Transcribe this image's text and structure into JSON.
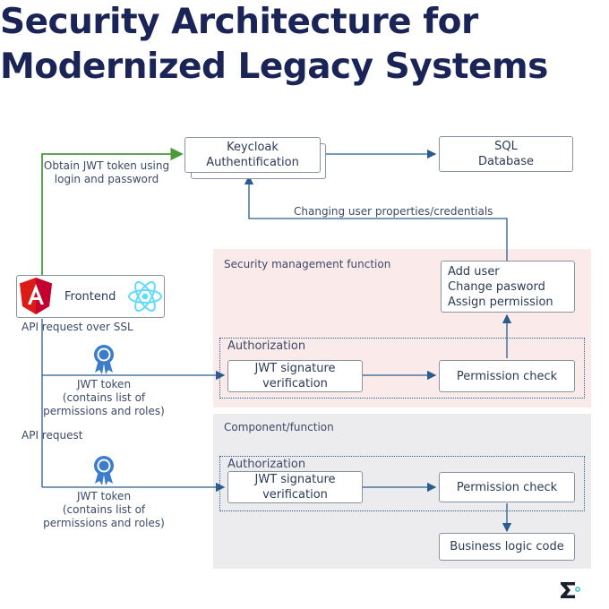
{
  "title": {
    "line1": "Security Architecture for",
    "line2": "Modernized Legacy Systems"
  },
  "keycloak": {
    "line1": "Keycloak",
    "line2": "Authentification"
  },
  "sql": {
    "line1": "SQL",
    "line2": "Database"
  },
  "obtain_label": {
    "line1": "Obtain JWT token using",
    "line2": "login and password"
  },
  "changing_label": "Changing user properties/credentials",
  "frontend": {
    "label": "Frontend",
    "icons": [
      "angular-icon",
      "react-icon"
    ]
  },
  "security_section": {
    "title": "Security management function",
    "actions": [
      "Add user",
      "Change pasword",
      "Assign permission"
    ],
    "authorization_label": "Authorization",
    "jwt_box": {
      "line1": "JWT signature",
      "line2": "verification"
    },
    "permission_check": "Permission check"
  },
  "component_section": {
    "title": "Component/function",
    "authorization_label": "Authorization",
    "jwt_box": {
      "line1": "JWT signature",
      "line2": "verification"
    },
    "permission_check": "Permission check",
    "business_logic": "Business logic code"
  },
  "api_request_ssl": "API request over SSL",
  "api_request": "API request",
  "token_label_1": {
    "line1": "JWT token",
    "line2": "(contains list of",
    "line3": "permissions and roles)"
  },
  "token_label_2": {
    "line1": "JWT token",
    "line2": "(contains list of",
    "line3": "permissions and roles)"
  },
  "colors": {
    "title": "#1a2456",
    "security_bg": "#fbeaea",
    "component_bg": "#ececee",
    "arrow": "#2a5d8f",
    "green_arrow": "#4a9a3a",
    "angular": "#dd1b16",
    "react": "#61dafb",
    "ribbon": "#3d7cc9"
  },
  "logo": "sigma-logo-icon"
}
